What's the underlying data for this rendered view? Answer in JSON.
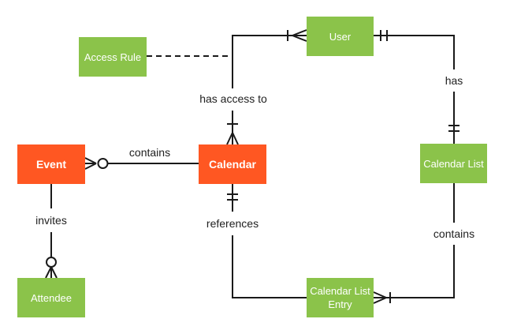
{
  "diagram": {
    "type": "entity-relationship",
    "notation": "crows-foot",
    "colors": {
      "orange": "#ff5722",
      "green": "#8bc34a",
      "line": "#1a1a1a",
      "label_text": "#212121",
      "box_text": "#ffffff",
      "background": "#ffffff"
    },
    "entities": [
      {
        "id": "access-rule",
        "label": "Access Rule",
        "color": "green"
      },
      {
        "id": "user",
        "label": "User",
        "color": "green"
      },
      {
        "id": "event",
        "label": "Event",
        "color": "orange"
      },
      {
        "id": "calendar",
        "label": "Calendar",
        "color": "orange"
      },
      {
        "id": "calendar-list",
        "label": "Calendar List",
        "color": "green"
      },
      {
        "id": "attendee",
        "label": "Attendee",
        "color": "green"
      },
      {
        "id": "calendar-list-entry",
        "label": "Calendar List Entry",
        "color": "green"
      }
    ],
    "relationships": [
      {
        "label": "contains",
        "between": [
          "Calendar",
          "Event"
        ],
        "style": "solid",
        "ends": {
          "Event": "zero-or-many",
          "Calendar": "plain"
        }
      },
      {
        "label": "has access to",
        "between": [
          "Calendar",
          "User"
        ],
        "style": "solid",
        "ends": {
          "Calendar": "one-or-many",
          "User": "one-or-many"
        }
      },
      {
        "label": "",
        "between": [
          "Access Rule",
          "has access to"
        ],
        "style": "dashed",
        "ends": {
          "Access Rule": "plain",
          "has access to": "plain"
        }
      },
      {
        "label": "has",
        "between": [
          "User",
          "Calendar List"
        ],
        "style": "solid",
        "ends": {
          "User": "exactly-one",
          "Calendar List": "exactly-one"
        }
      },
      {
        "label": "invites",
        "between": [
          "Event",
          "Attendee"
        ],
        "style": "solid",
        "ends": {
          "Event": "plain",
          "Attendee": "zero-or-many"
        }
      },
      {
        "label": "references",
        "between": [
          "Calendar",
          "Calendar List Entry"
        ],
        "style": "solid",
        "ends": {
          "Calendar": "exactly-one",
          "Calendar List Entry": "plain"
        }
      },
      {
        "label": "contains",
        "between": [
          "Calendar List",
          "Calendar List Entry"
        ],
        "style": "solid",
        "ends": {
          "Calendar List": "plain",
          "Calendar List Entry": "one-or-many"
        }
      }
    ]
  }
}
